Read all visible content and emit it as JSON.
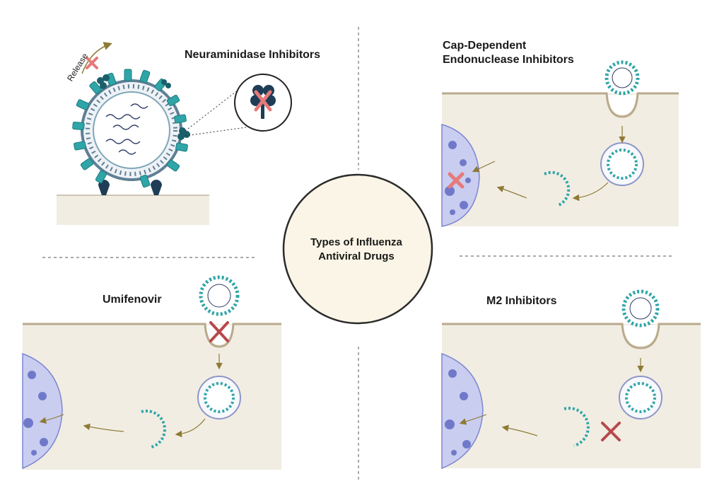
{
  "center": {
    "title_line1": "Types of Influenza",
    "title_line2": "Antiviral Drugs"
  },
  "panels": {
    "neuraminidase": {
      "title": "Neuraminidase Inhibitors",
      "release_label": "Release"
    },
    "endonuclease": {
      "title_line1": "Cap-Dependent",
      "title_line2": "Endonuclease Inhibitors"
    },
    "umifenovir": {
      "title": "Umifenovir"
    },
    "m2": {
      "title": "M2 Inhibitors"
    }
  },
  "colors": {
    "teal": "#2fa5a8",
    "dark_teal": "#1b5f6b",
    "navy": "#1f3d56",
    "cell_fill": "#f1ede3",
    "membrane": "#b9aa8c",
    "nucleus": "#c9cdf0",
    "nucleus_dots": "#7079c9",
    "block_x": "#e57a7a",
    "block_x_dark": "#b8494b",
    "arrow": "#8f7a35",
    "center_fill": "#faf5e6",
    "center_stroke": "#2b2b2b"
  }
}
